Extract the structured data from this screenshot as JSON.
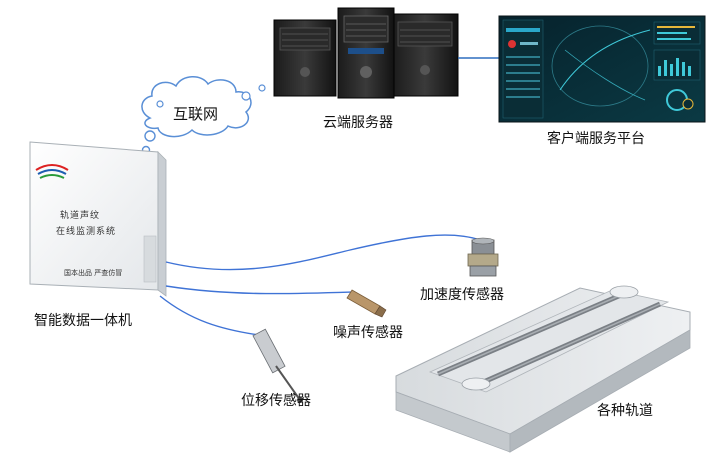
{
  "labels": {
    "internet": "互联网",
    "cloud_server": "云端服务器",
    "client_platform": "客户端服务平台",
    "data_unit": "智能数据一体机",
    "accel_sensor": "加速度传感器",
    "noise_sensor": "噪声传感器",
    "displacement_sensor": "位移传感器",
    "tracks": "各种轨道"
  },
  "device_panel": {
    "line1": "轨道声纹",
    "line2": "在线监测系统",
    "footer": "国本出品  严查仿冒"
  }
}
